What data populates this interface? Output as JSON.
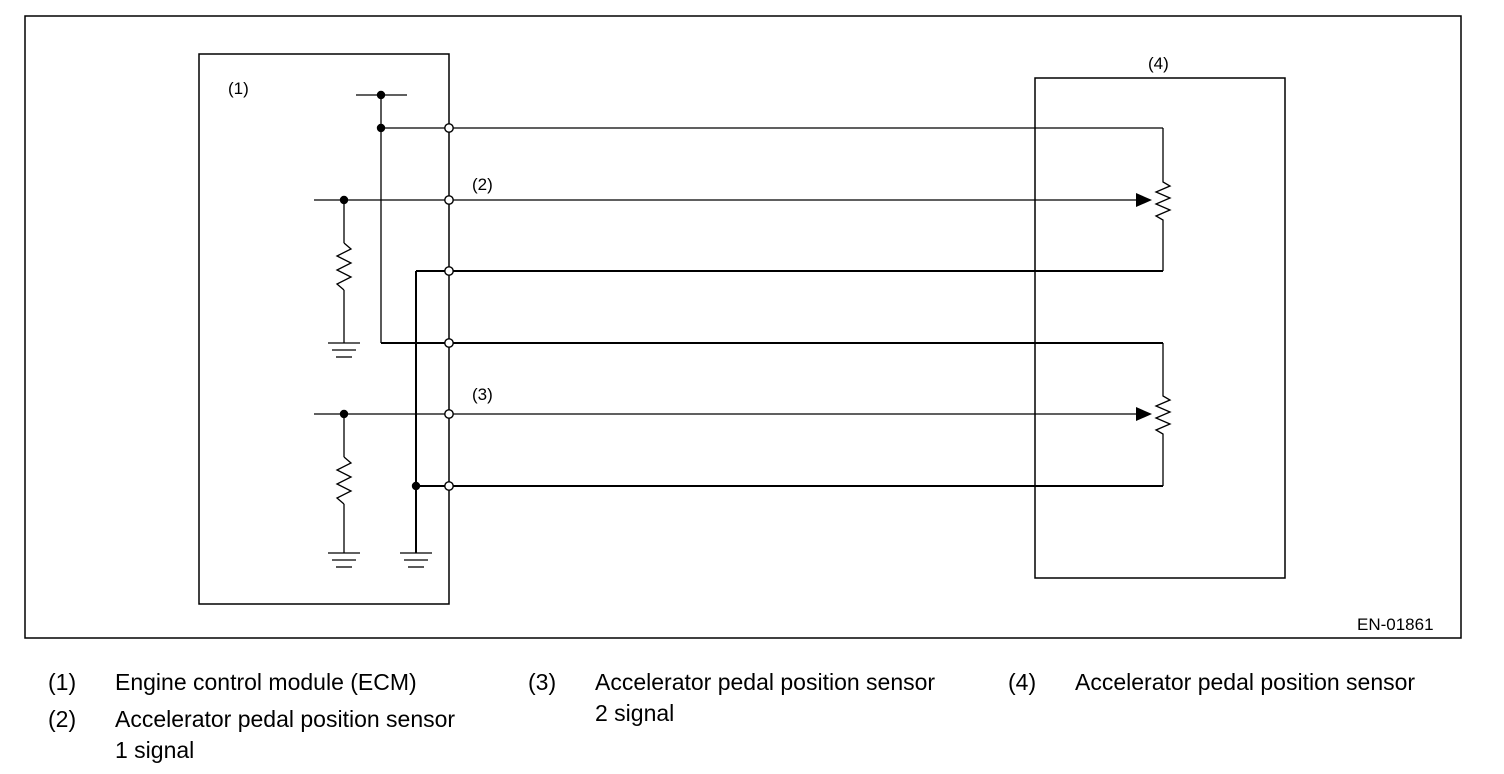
{
  "diagram": {
    "labels": {
      "ecm": "(1)",
      "signal1": "(2)",
      "signal2": "(3)",
      "sensor": "(4)"
    },
    "code": "EN-01861"
  },
  "legend": [
    {
      "num": "(1)",
      "line1": "Engine control module (ECM)",
      "line2": ""
    },
    {
      "num": "(2)",
      "line1": "Accelerator pedal position sensor",
      "line2": "1 signal"
    },
    {
      "num": "(3)",
      "line1": "Accelerator pedal position sensor",
      "line2": "2 signal"
    },
    {
      "num": "(4)",
      "line1": "Accelerator pedal position sensor",
      "line2": ""
    }
  ]
}
